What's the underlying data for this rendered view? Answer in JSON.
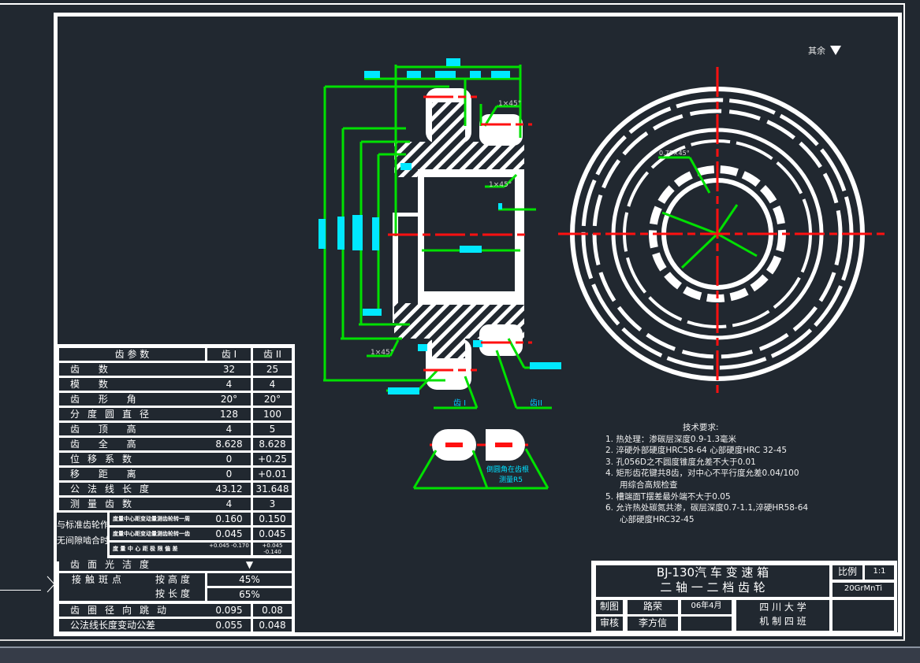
{
  "drawing": {
    "surface_note": "其余",
    "gear_labels": [
      "齿 I",
      "齿II"
    ],
    "chamfer_labels": [
      "1×45°",
      "1×45°",
      "1×45°",
      "0.75×45°"
    ],
    "keyway_note": [
      "倒圆角在齿根",
      "测量R5"
    ],
    "tech_requirements": {
      "title": "技术要求:",
      "items": [
        "1.  热处理：渗碳层深度0.9-1.3毫米",
        "2.  淬硬外部硬度HRC58-64 心部硬度HRC 32-45",
        "3.  孔056D之不圆度锥度允差不大于0.01",
        "4.  矩形齿花键共8齿，对中心不平行度允差0.04/100",
        "    用综合高规检查",
        "5.  槽端面T摆差最外端不大于0.05",
        "6.  允许热处碳氮共渗，碳层深度0.7-1.1,淬硬HR58-64",
        "    心部硬度HRC32-45"
      ]
    }
  },
  "param_table": {
    "header": [
      "齿  参  数",
      "齿 I",
      "齿 II"
    ],
    "rows": [
      [
        "齿    数",
        "32",
        "25"
      ],
      [
        "模    数",
        "4",
        "4"
      ],
      [
        "齿 形 角",
        "20°",
        "20°"
      ],
      [
        "分度圆直径",
        "128",
        "100"
      ],
      [
        "齿 顶 高",
        "4",
        "5"
      ],
      [
        "齿 全 高",
        "8.628",
        "8.628"
      ],
      [
        "位移系数",
        "0",
        "+0.25"
      ],
      [
        "移 距 离",
        "0",
        "+0.01"
      ],
      [
        "公法线长度",
        "43.12",
        "31.648"
      ],
      [
        "测量齿数",
        "4",
        "3"
      ]
    ],
    "mesh_group": {
      "label_lines": [
        "与标准齿轮作",
        "无间隙啮合时"
      ],
      "rows": [
        [
          "度量中心距变动量测齿轮转一周",
          "0.160",
          "0.150"
        ],
        [
          "度量中心距变动量测齿轮转一齿",
          "0.045",
          "0.045"
        ],
        [
          "度 量 中 心 距 极 限 偏 差",
          "+0.045 -0.170",
          "+0.045 -0.140"
        ]
      ]
    },
    "surface_finish": "齿面光洁度",
    "contact": {
      "label": "接触斑点",
      "by_height": "按高度",
      "height_value": "45%",
      "by_length": "按长度",
      "length_value": "65%"
    },
    "runout": [
      "齿圈径向跳动",
      "0.095",
      "0.08"
    ],
    "wn_tolerance": [
      "公法线长度变动公差",
      "0.055",
      "0.048"
    ]
  },
  "title_block": {
    "title_line1": "BJ-130汽  车  变  速  箱",
    "title_line2": "二  轴  一  二  档  齿  轮",
    "scale_label": "比例",
    "scale_value": "1:1",
    "material": "20GrMnTi",
    "drawn_label": "制图",
    "drawn_by": "路荣",
    "date": "06年4月",
    "checked_label": "审核",
    "checked_by": "李方信",
    "org_line1": "四  川  大  学",
    "org_line2": "机  制  四  班"
  },
  "colors": {
    "background": "#212830",
    "dimension": "#00ff00",
    "centerline": "#ff0000",
    "dim_text": "#00ffff"
  }
}
